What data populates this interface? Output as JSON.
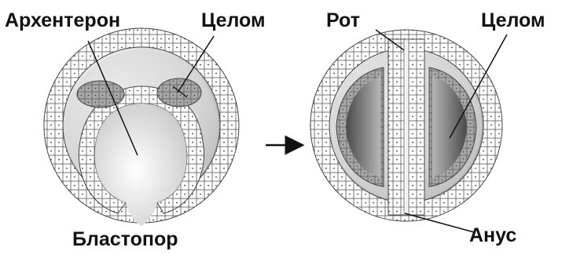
{
  "labels": {
    "archenteron": "Архентерон",
    "coelom_left": "Целом",
    "mouth": "Рот",
    "coelom_right": "Целом",
    "blastopore": "Бластопор",
    "anus": "Анус"
  },
  "colors": {
    "cell_fill": "#ffffff",
    "cell_stroke": "#4a4a4a",
    "mesoderm": "#9a9a9a",
    "coelom_cavity": "#6e6e6e",
    "text": "#111111"
  },
  "icons": {
    "arrow": "right-arrow-icon"
  }
}
